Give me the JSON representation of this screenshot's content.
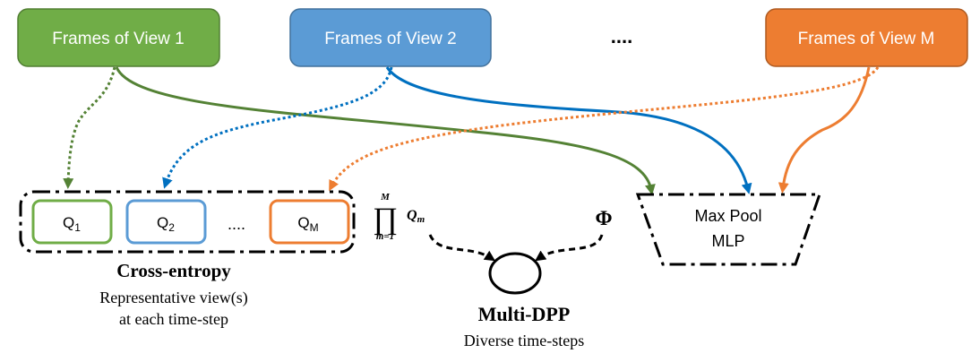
{
  "colors": {
    "green": "#70AD47",
    "green_dark": "#507E32",
    "blue": "#5B9BD5",
    "blue_dark": "#41719C",
    "blue_line": "#0070C0",
    "orange": "#ED7D31",
    "orange_dark": "#AE5A21"
  },
  "views": [
    {
      "label": "Frames of View 1"
    },
    {
      "label": "Frames of View 2"
    },
    {
      "label": "Frames of View M"
    }
  ],
  "views_ellipsis": "....",
  "q_boxes": [
    {
      "base": "Q",
      "sub": "1"
    },
    {
      "base": "Q",
      "sub": "2"
    },
    {
      "base": "Q",
      "sub": "M"
    }
  ],
  "q_ellipsis": "....",
  "product": {
    "symbol": "∏",
    "upper": "M",
    "lower": "m=1",
    "term": "Q",
    "term_sub": "m"
  },
  "phi": "Φ",
  "pool": {
    "line1": "Max Pool",
    "line2": "MLP"
  },
  "cross_entropy": {
    "title": "Cross-entropy",
    "desc1": "Representative view(s)",
    "desc2": "at each time-step"
  },
  "dpp": {
    "title": "Multi-DPP",
    "desc": "Diverse time-steps"
  }
}
